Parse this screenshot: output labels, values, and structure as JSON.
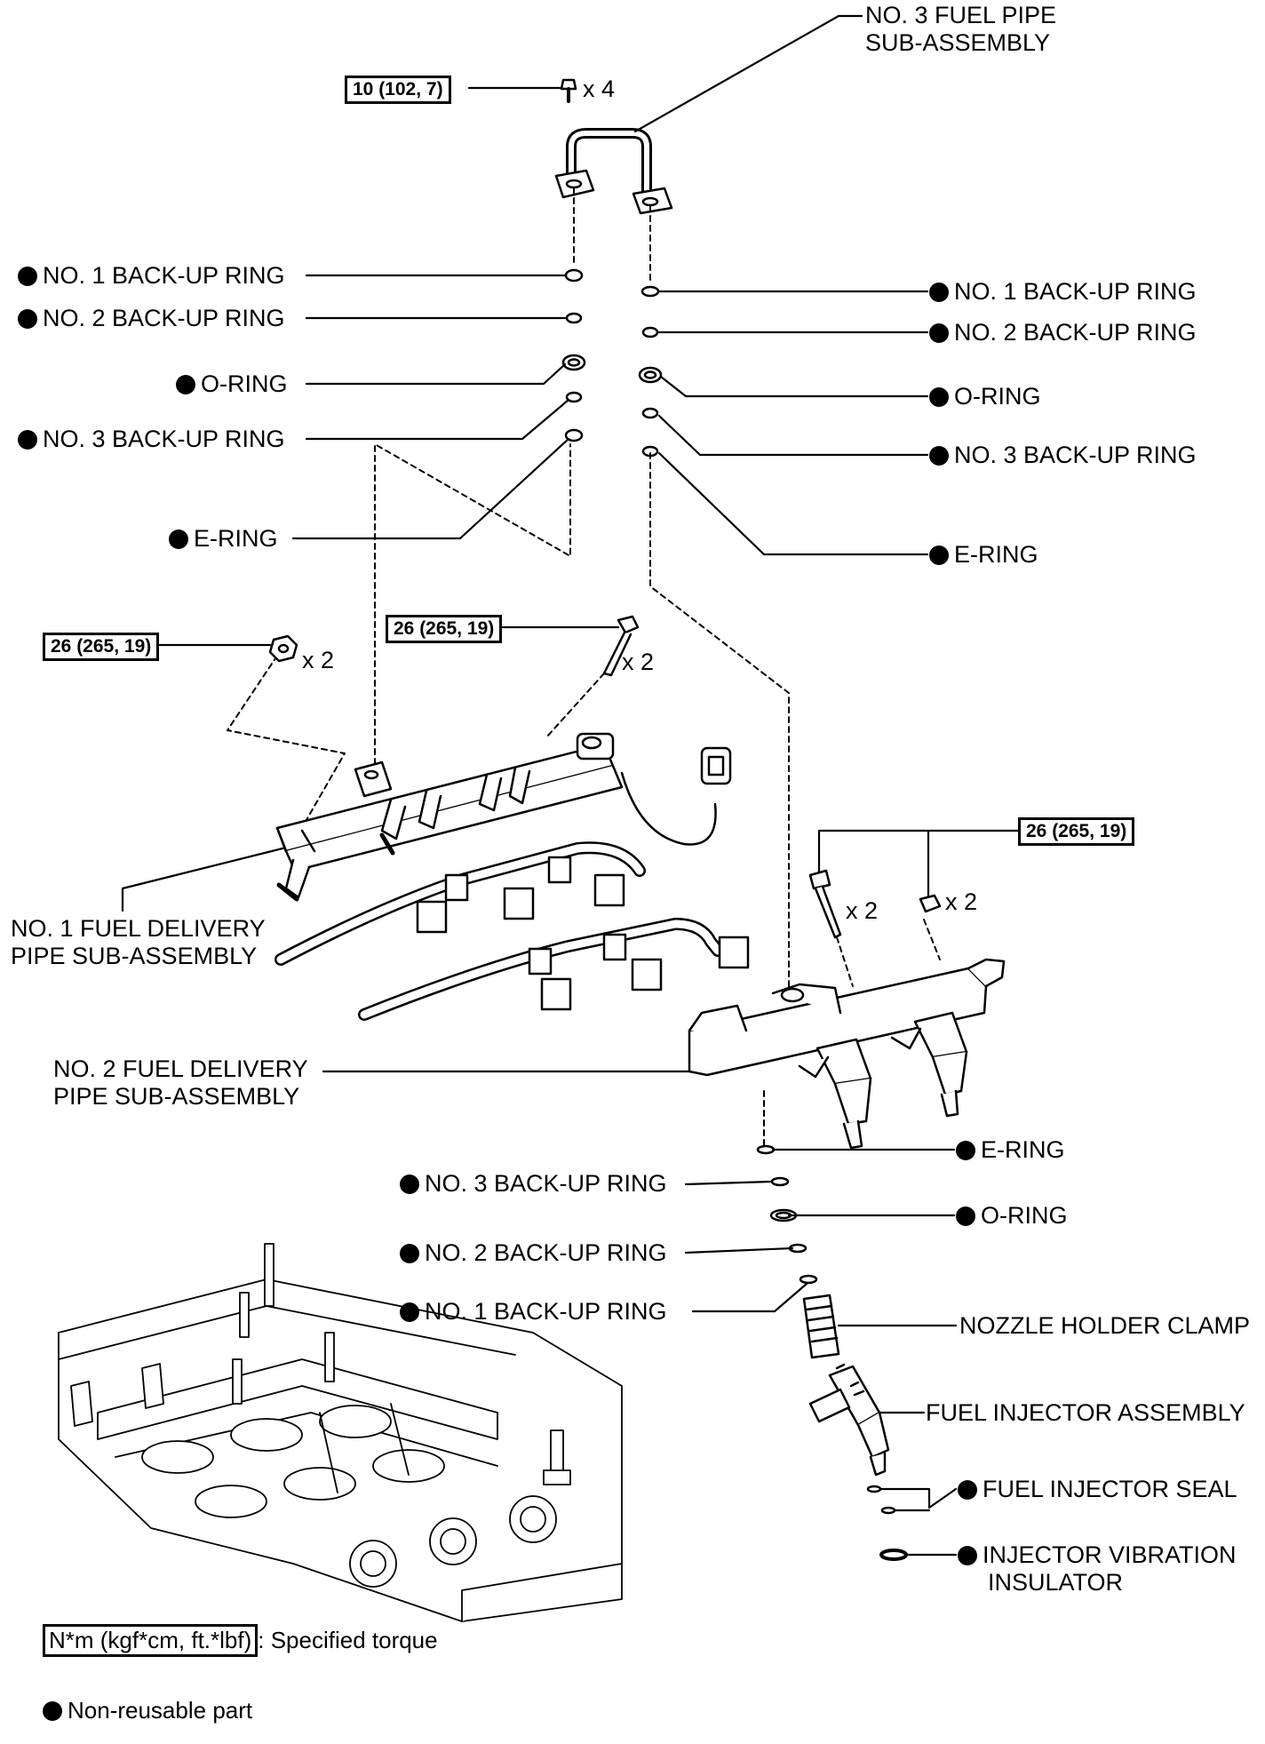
{
  "labels": {
    "fuel_pipe": [
      "NO. 3 FUEL PIPE",
      "SUB-ASSEMBLY"
    ],
    "backup_1": "NO. 1 BACK-UP RING",
    "backup_2": "NO. 2 BACK-UP RING",
    "backup_3": "NO. 3 BACK-UP RING",
    "o_ring": "O-RING",
    "e_ring": "E-RING",
    "delivery_1": [
      "NO. 1 FUEL DELIVERY",
      "PIPE SUB-ASSEMBLY"
    ],
    "delivery_2": [
      "NO. 2 FUEL DELIVERY",
      "PIPE SUB-ASSEMBLY"
    ],
    "nozzle_clamp": "NOZZLE HOLDER CLAMP",
    "injector": "FUEL INJECTOR ASSEMBLY",
    "injector_seal": "FUEL INJECTOR SEAL",
    "vibration_insulator": [
      "INJECTOR VIBRATION",
      "INSULATOR"
    ]
  },
  "torque": {
    "pipe_bolt": "10 (102, 7)",
    "rail_fastener": "26 (265, 19)"
  },
  "multipliers": {
    "x4": "x 4",
    "x2": "x 2"
  },
  "legend": {
    "torque_unit": "N*m (kgf*cm, ft.*lbf)",
    "torque_desc": ": Specified torque",
    "non_reusable": "Non-reusable part"
  }
}
